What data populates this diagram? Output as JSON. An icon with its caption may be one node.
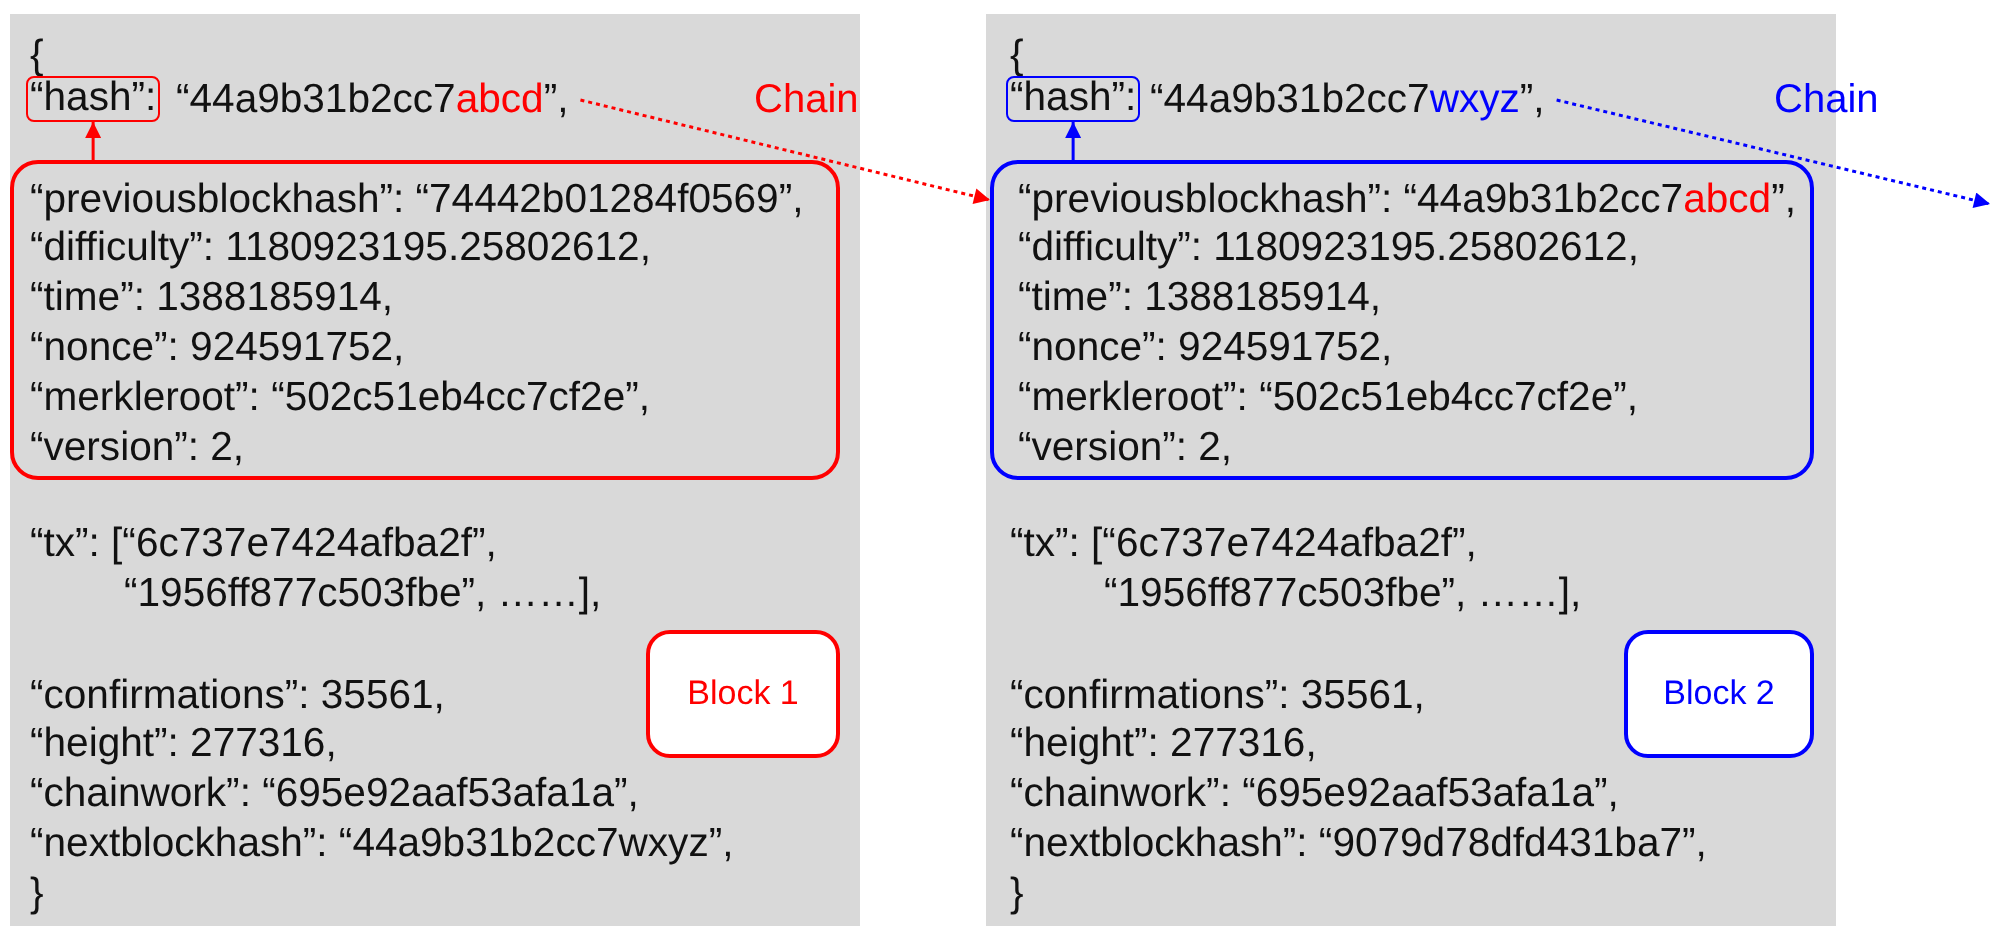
{
  "diagram": {
    "nodes": [
      {
        "text": [
          "{",
          "“tx”: [“6c737e7424afba2f”, “1956ff877c503fbe”, ……],",
          "“confirmations”: 35561,",
          "“height”: 277316,",
          "“chainwork”: “695e92aaf53afa1a”,",
          "“nextblockhash”: “44a9b31b2cc7wxyz”,",
          "}"
        ]
      },
      {
        "text": [
          "“hash”:"
        ],
        "in": 0
      },
      {
        "text": [
          "“44a9b31b2cc7abcd”,"
        ],
        "in": 0
      },
      {
        "text": [
          "“previousblockhash”: “74442b01284f0569”,",
          "“difficulty”: 1180923195.25802612,",
          "“time”: 1388185914,",
          "“nonce”: 924591752,",
          "“merkleroot”: “502c51eb4cc7cf2e”,",
          "“version”: 2,"
        ],
        "in": 0
      },
      {
        "text": [
          "Block 1"
        ],
        "in": 0
      },
      {
        "text": [
          "{",
          "“tx”: [“6c737e7424afba2f”, “1956ff877c503fbe”, ……],",
          "“confirmations”: 35561,",
          "“height”: 277316,",
          "“chainwork”: “695e92aaf53afa1a”,",
          "“nextblockhash”: “9079d78dfd431ba7”,",
          "}"
        ]
      },
      {
        "text": [
          "“hash”:"
        ],
        "in": 5
      },
      {
        "text": [
          "“44a9b31b2cc7wxyz”,"
        ],
        "in": 5
      },
      {
        "text": [
          "“previousblockhash”: “44a9b31b2cc7abcd”,",
          "“difficulty”: 1180923195.25802612,",
          "“time”: 1388185914,",
          "“nonce”: 924591752,",
          "“merkleroot”: “502c51eb4cc7cf2e”,",
          "“version”: 2,"
        ],
        "in": 5
      },
      {
        "text": [
          "Block 2"
        ],
        "in": 5
      }
    ],
    "edges": [
      {
        "from": 3,
        "to": 1,
        "arrow": "to",
        "color": "#ff0000"
      },
      {
        "from": 2,
        "to": 8,
        "arrow": "to",
        "label": "Chain",
        "style": "dashed",
        "color": "#ff0000"
      },
      {
        "from": 8,
        "to": 6,
        "arrow": "to",
        "color": "#0000ff"
      },
      {
        "from": 7,
        "to": null,
        "arrow": "to",
        "label": "Chain",
        "style": "dashed",
        "color": "#0000ff"
      }
    ]
  }
}
